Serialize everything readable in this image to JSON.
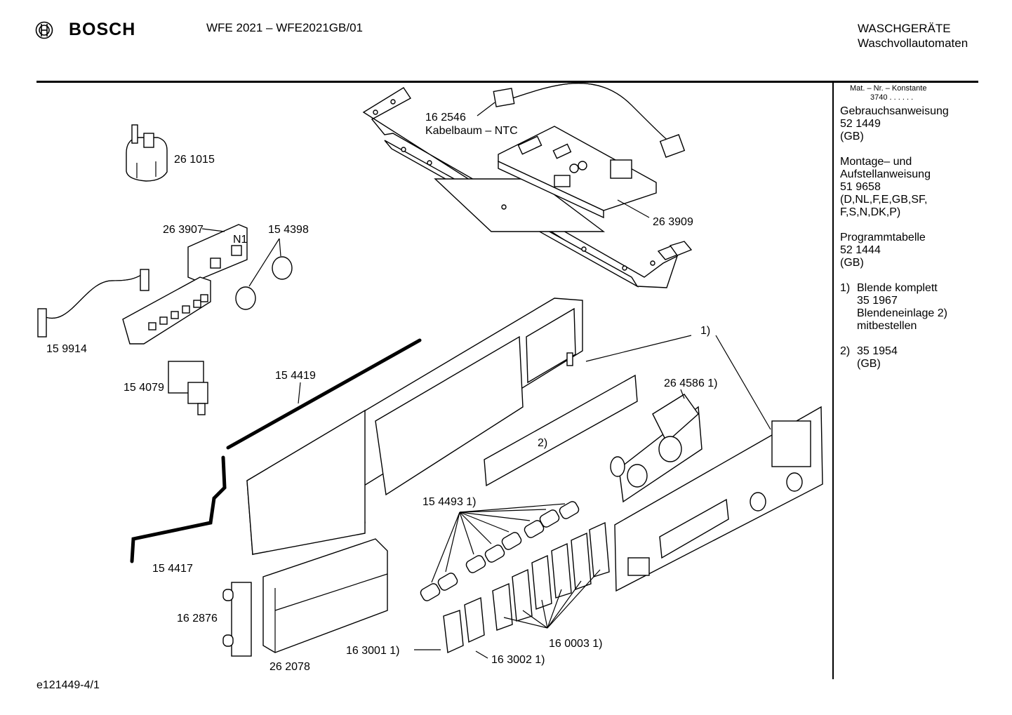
{
  "header": {
    "brand": "BOSCH",
    "model": "WFE 2021 – WFE2021GB/01",
    "category_line1": "WASCHGERÄTE",
    "category_line2": "Waschvollautomaten"
  },
  "sidebar": {
    "mat_header": "Mat. – Nr. – Konstante",
    "mat_value": "3740  .  .  .  .  .  .",
    "doc1_title": "Gebrauchsanweisung",
    "doc1_number": "52 1449",
    "doc1_lang": "(GB)",
    "doc2_title1": "Montage– und",
    "doc2_title2": "Aufstellanweisung",
    "doc2_number": "51 9658",
    "doc2_lang1": "(D,NL,F,E,GB,SF,",
    "doc2_lang2": "F,S,N,DK,P)",
    "doc3_title": "Programmtabelle",
    "doc3_number": "52 1444",
    "doc3_lang": "(GB)",
    "note1_marker": "1)",
    "note1_line1": "Blende komplett",
    "note1_line2": "35 1967",
    "note1_line3": "Blendeneinlage 2)",
    "note1_line4": "mitbestellen",
    "note2_marker": "2)",
    "note2_line1": "35 1954",
    "note2_line2": "(GB)"
  },
  "parts": {
    "p261015": "26 1015",
    "p162546": "16 2546",
    "kabelbaum": "Kabelbaum – NTC",
    "p263909": "26 3909",
    "p263907": "26 3907",
    "n1": "N1",
    "p154398": "15 4398",
    "p159914": "15 9914",
    "p154079": "15 4079",
    "p154419": "15 4419",
    "ref1": "1)",
    "p264586": "26 4586 1)",
    "ref2": "2)",
    "p154493": "15 4493 1)",
    "p154417": "15 4417",
    "p162876": "16 2876",
    "p262078": "26 2078",
    "p163001": "16 3001 1)",
    "p163002": "16 3002 1)",
    "p160003": "16 0003 1)"
  },
  "footer": {
    "drawing_id": "e121449-4/1"
  }
}
